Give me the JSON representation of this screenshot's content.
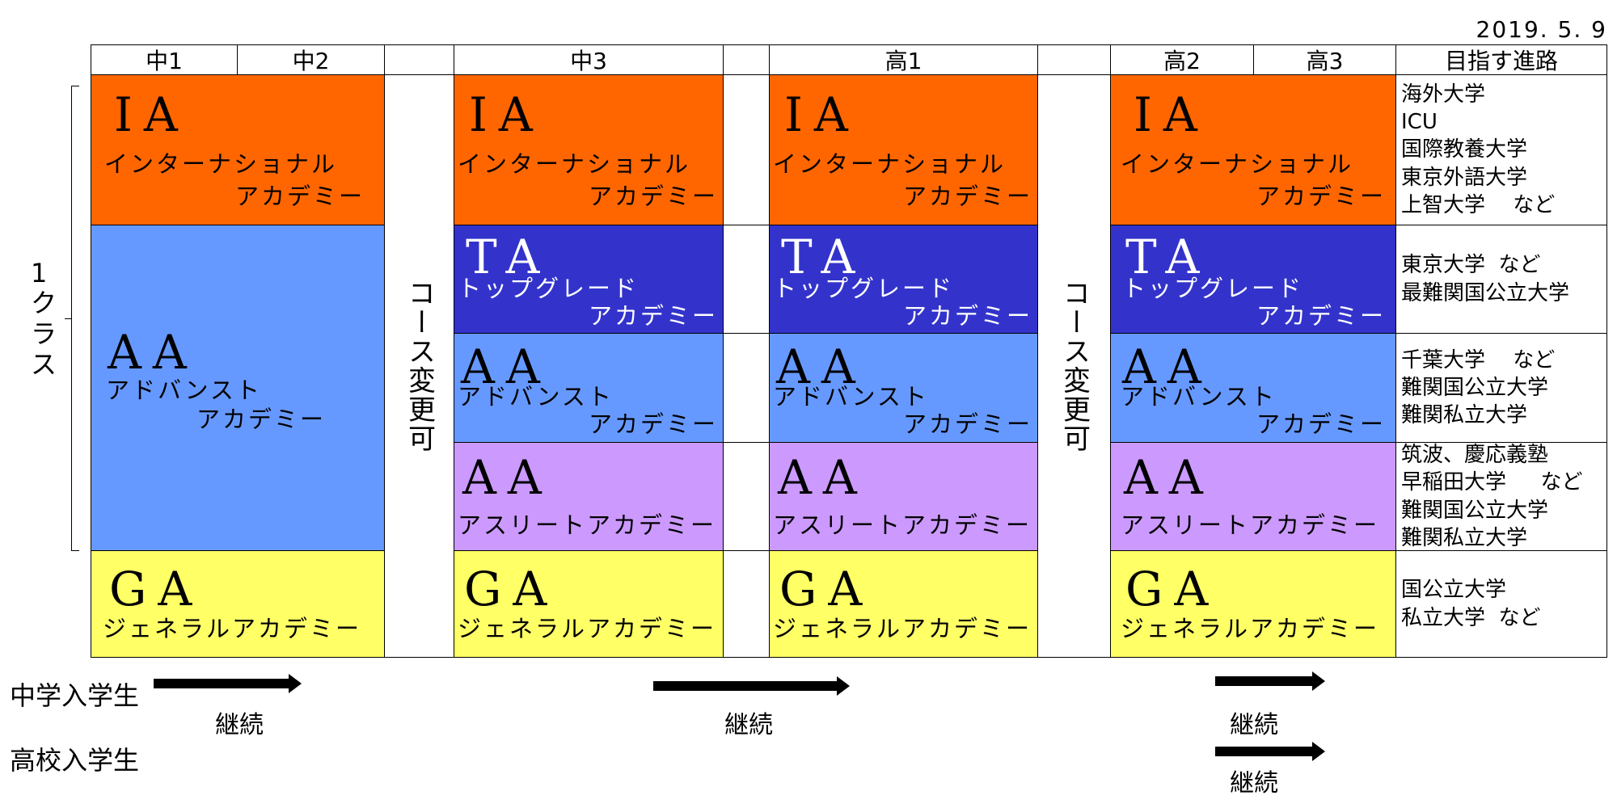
{
  "date": "2019. 5. 9",
  "headers": {
    "c1": "中1",
    "c2": "中2",
    "c3": "中3",
    "h1": "高1",
    "h2": "高2",
    "h3": "高3",
    "goal": "目指す進路"
  },
  "left_label": "1クラス",
  "change_label": "コース変更可",
  "courses": {
    "ia": {
      "code": "IA",
      "name1": "インターナショナル",
      "name2": "アカデミー",
      "color": "#ff6600"
    },
    "ta": {
      "code": "TA",
      "name1": "トップグレード",
      "name2": "アカデミー",
      "color": "#3333cc"
    },
    "aa": {
      "code": "AA",
      "name1": "アドバンスト",
      "name2": "アカデミー",
      "color": "#6699ff"
    },
    "ath": {
      "code": "AA",
      "name1": "アスリートアカデミー",
      "color": "#cc99ff"
    },
    "ga": {
      "code": "GA",
      "name1": "ジェネラルアカデミー",
      "color": "#ffff66"
    }
  },
  "goals": {
    "ia": "海外大学\nICU\n国際教養大学\n東京外語大学\n上智大学　 など",
    "ta": "東京大学  など\n最難関国公立大学",
    "aa": "千葉大学 　など\n難関国公立大学\n難関私立大学",
    "ath": "筑波、慶応義塾\n早稲田大学  　など\n難関国公立大学\n難関私立大学",
    "ga": "国公立大学\n私立大学  など"
  },
  "bottom": {
    "jhs_label": "中学入学生",
    "hs_label": "高校入学生",
    "continue": "継続"
  }
}
